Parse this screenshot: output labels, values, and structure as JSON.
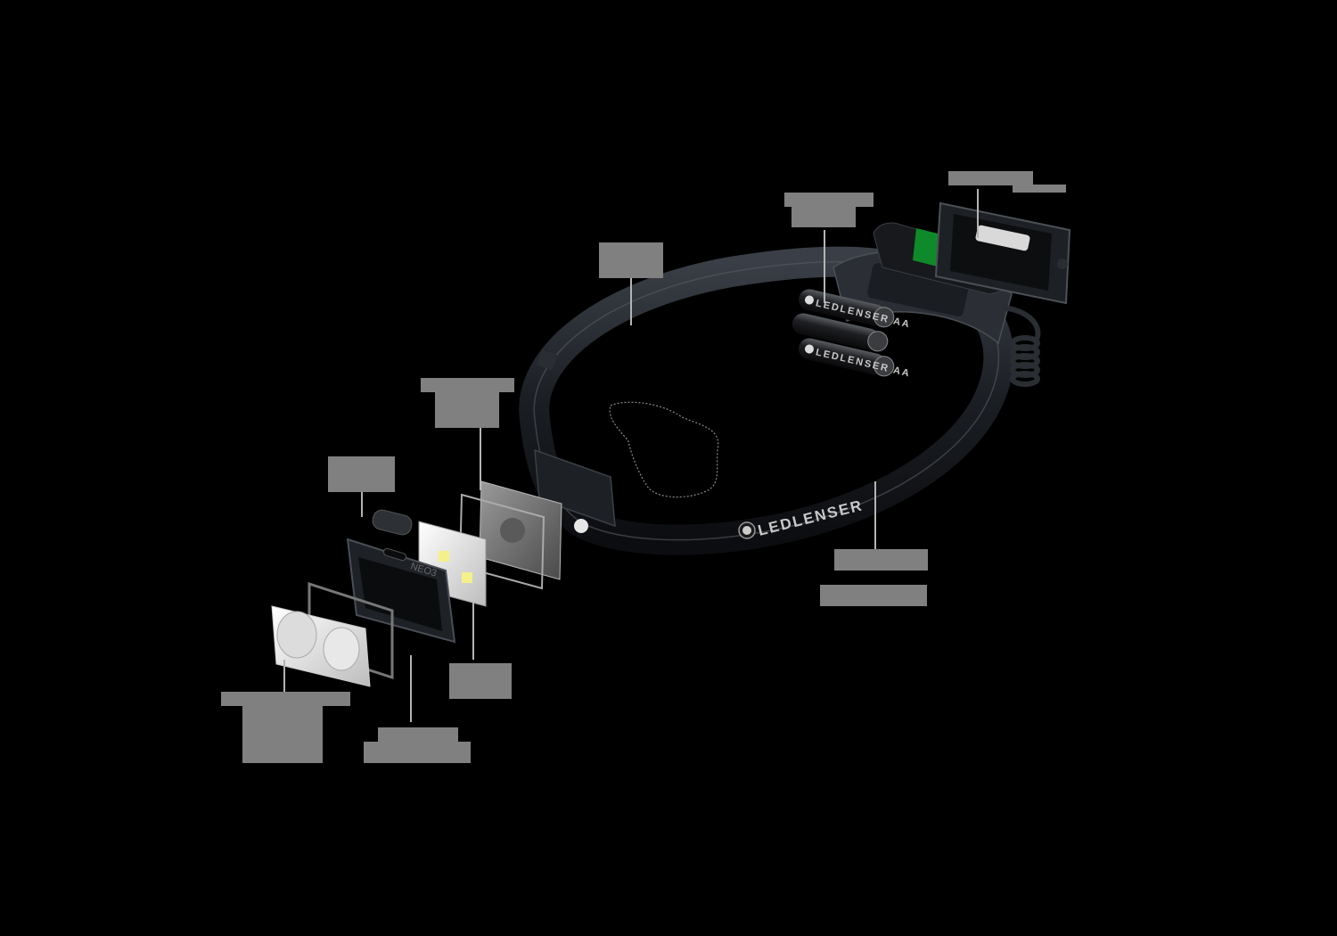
{
  "diagram": {
    "title": "",
    "type": "exploded-view product diagram",
    "background": "#000000",
    "product": {
      "brand": "LEDLENSER",
      "model": "NEO3",
      "battery_label": "LEDLENSER AA",
      "colors": {
        "band": "#1c1f24",
        "housing": "#23272d",
        "circuit_board": "#0f8a2a",
        "reflector": "#e8e8e8",
        "led": "#f4f08a",
        "label_redaction": "#808080",
        "leader_line": "#b4b4b4"
      }
    },
    "components": [
      {
        "id": "battery-case-cover",
        "label": ""
      },
      {
        "id": "aa-batteries",
        "label": ""
      },
      {
        "id": "headband-top",
        "label": ""
      },
      {
        "id": "rear-mount",
        "label": ""
      },
      {
        "id": "switch-button",
        "label": ""
      },
      {
        "id": "headband-main",
        "label": ""
      },
      {
        "id": "reflector-lens",
        "label": ""
      },
      {
        "id": "front-frame",
        "label": ""
      },
      {
        "id": "led-board",
        "label": ""
      }
    ]
  }
}
